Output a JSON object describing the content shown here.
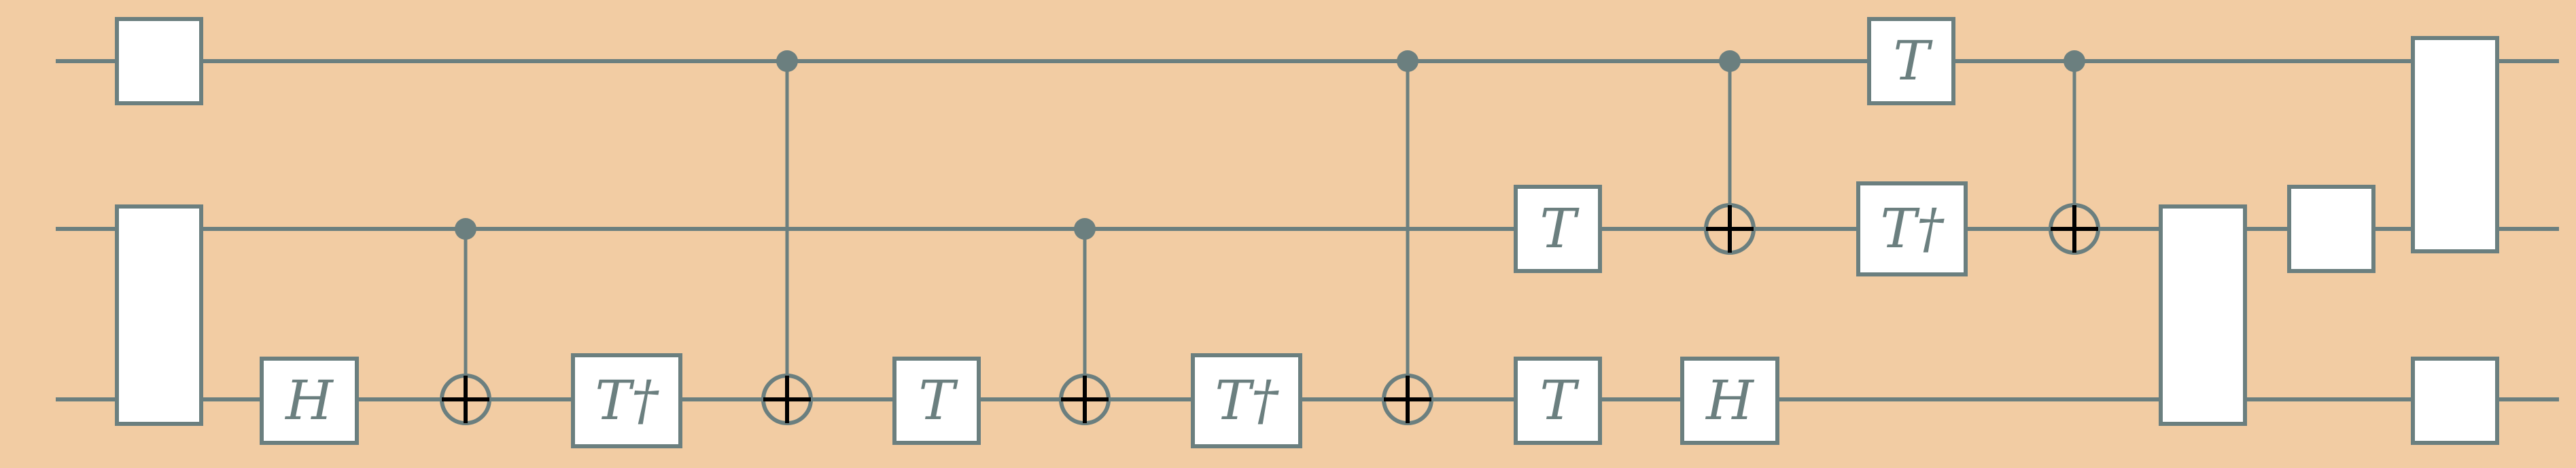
{
  "circuit": {
    "wire_color": "#6b7f7f",
    "gate_fill": "#ffffff",
    "background": "#f2cca3",
    "gate_labels": {
      "g1": "",
      "g2": "",
      "h1": "H",
      "tdag1": "T†",
      "t1": "T",
      "tdag2": "T†",
      "t_q1": "T",
      "t_q2": "T",
      "h2": "H",
      "t_q0": "T",
      "tdag_q1": "T†",
      "g3": "",
      "g4": "",
      "g5": "",
      "g6": ""
    }
  }
}
